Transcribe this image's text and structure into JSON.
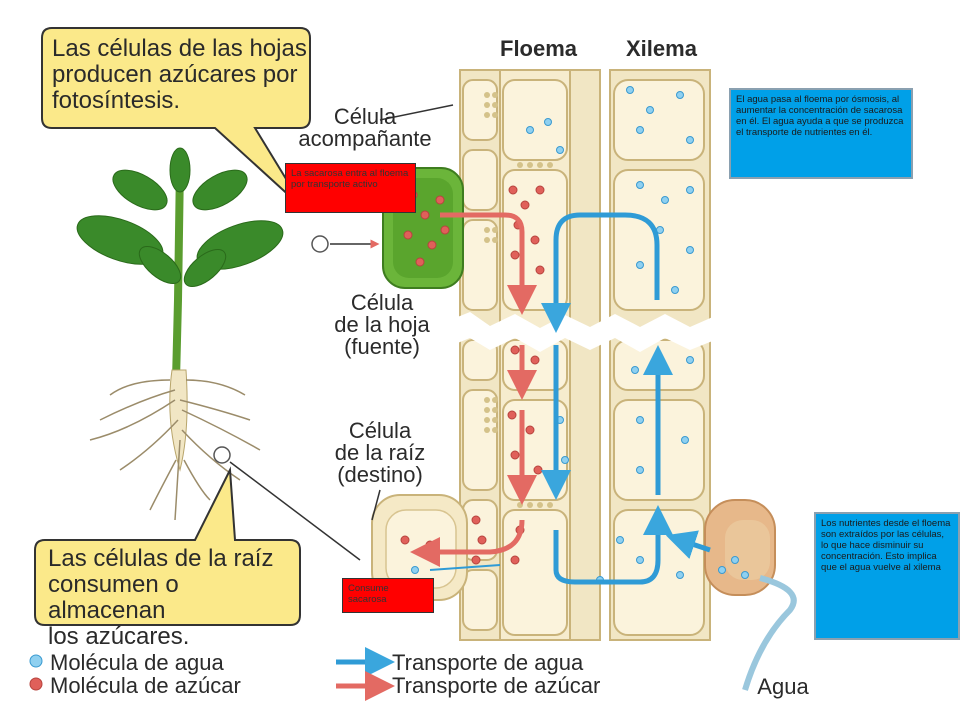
{
  "bubbles": {
    "top_lines": [
      "Las células de las hojas",
      "producen azúcares por",
      "fotosíntesis."
    ],
    "bottom_lines": [
      "Las células de la raíz",
      "consumen o almacenan",
      "los azúcares."
    ]
  },
  "columns": {
    "floema": "Floema",
    "xilema": "Xilema"
  },
  "labels": {
    "companion_lines": [
      "Célula",
      "acompañante"
    ],
    "leaf_cell_lines": [
      "Célula",
      "de la hoja",
      "(fuente)"
    ],
    "root_cell_lines": [
      "Célula",
      "de la raíz",
      "(destino)"
    ],
    "water": "Agua"
  },
  "notes": {
    "active_transport": "La sacarosa entra al floema por transporte activo",
    "consume": "Consume sacarosa",
    "osmosis": "El agua pasa al floema por ósmosis, al aumentar la concentración de sacarosa en él. El agua ayuda a que se produzca el transporte de nutrientes en él.",
    "nutrients": "Los nutrientes desde el floema son extraídos por las células, lo que hace disminuir su concentración. Esto implica que el agua vuelve al xilema"
  },
  "legend": {
    "water_molecule": "Molécula de agua",
    "sugar_molecule": "Molécula de azúcar",
    "water_transport": "Transporte de agua",
    "sugar_transport": "Transporte de azúcar"
  },
  "colors": {
    "water": "#3aa6dd",
    "sugar": "#e0605a",
    "bubble": "#fbe98a",
    "cell_wall": "#e9d7a0",
    "note_red": "#ff0000",
    "note_blue": "#00a0e8"
  }
}
